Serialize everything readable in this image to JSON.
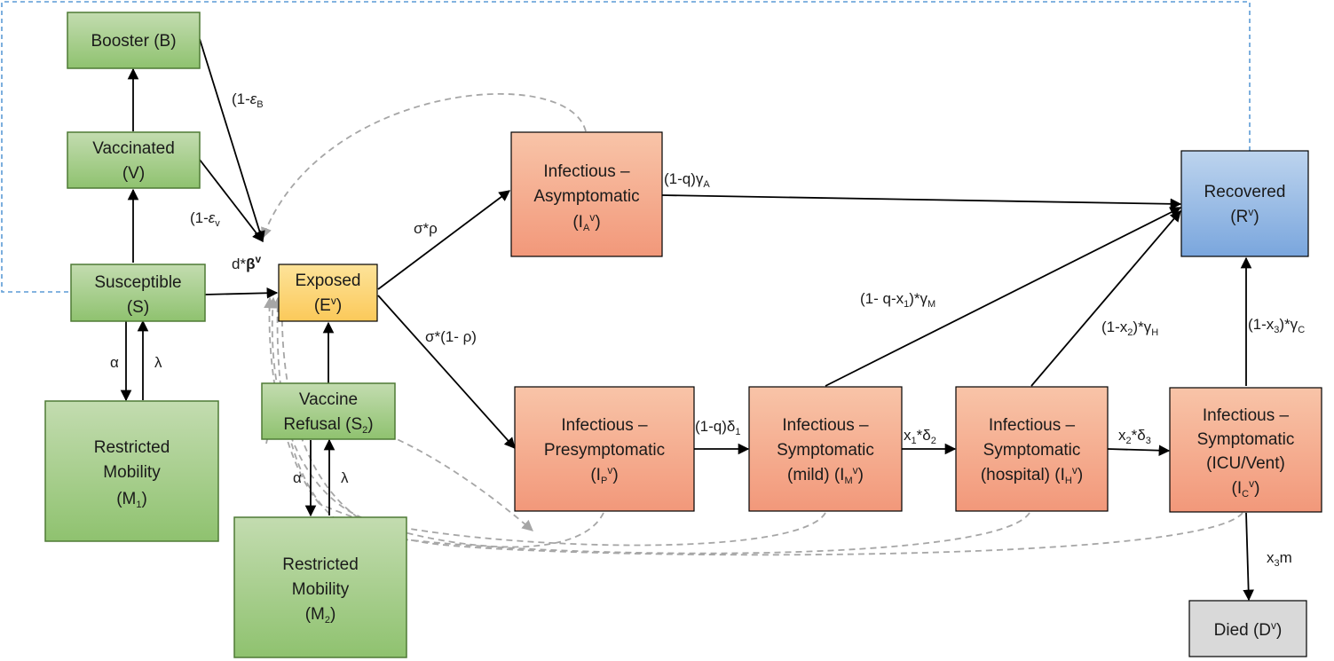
{
  "colors": {
    "green_top": "#c3dcb0",
    "green_bottom": "#8fc26f",
    "green_border": "#4e7a35",
    "exposed_top": "#fde39a",
    "exposed_bottom": "#fbc95a",
    "infectious_top": "#f8c4a8",
    "infectious_bottom": "#f2987a",
    "recovered_top": "#bdd4ee",
    "recovered_bottom": "#7aa6dd",
    "died_fill": "#d9d9d9",
    "dashed_gray": "#a6a6a6",
    "dashed_blue": "#5b9bd5"
  },
  "nodes": {
    "booster": {
      "line1": "Booster (B)"
    },
    "vaccinated": {
      "line1": "Vaccinated",
      "line2": "(V)"
    },
    "susceptible": {
      "line1": "Susceptible",
      "line2": "(S)"
    },
    "restricted1": {
      "line1": "Restricted",
      "line2": "Mobility",
      "line3_pre": "(M",
      "line3_sub": "1",
      "line3_post": ")"
    },
    "exposed": {
      "line1": "Exposed",
      "line2_pre": "(E",
      "line2_sup": "v",
      "line2_post": ")"
    },
    "refusal": {
      "line1": "Vaccine",
      "line2_pre": "Refusal (S",
      "line2_sub": "2",
      "line2_post": ")"
    },
    "restricted2": {
      "line1": "Restricted",
      "line2": "Mobility",
      "line3_pre": "(M",
      "line3_sub": "2",
      "line3_post": ")"
    },
    "asymptomatic": {
      "line1": "Infectious –",
      "line2": "Asymptomatic",
      "line3_pre": "(I",
      "line3_sub": "A",
      "line3_sup": "v",
      "line3_post": ")"
    },
    "presymptomatic": {
      "line1": "Infectious –",
      "line2": "Presymptomatic",
      "line3_pre": "(I",
      "line3_sub": "P",
      "line3_sup": "v",
      "line3_post": ")"
    },
    "mild": {
      "line1": "Infectious –",
      "line2": "Symptomatic",
      "line3_pre": "(mild) (I",
      "line3_sub": "M",
      "line3_sup": "v",
      "line3_post": ")"
    },
    "hospital": {
      "line1": "Infectious –",
      "line2": "Symptomatic",
      "line3_pre": "(hospital) (I",
      "line3_sub": "H",
      "line3_sup": "v",
      "line3_post": ")"
    },
    "icu": {
      "line1": "Infectious –",
      "line2": "Symptomatic",
      "line3": "(ICU/Vent)",
      "line4_pre": "(I",
      "line4_sub": "C",
      "line4_sup": "v",
      "line4_post": ")"
    },
    "recovered": {
      "line1": "Recovered",
      "line2_pre": "(R",
      "line2_sup": "v",
      "line2_post": ")"
    },
    "died": {
      "line1_pre": "Died (D",
      "line1_sup": "v",
      "line1_post": ")"
    }
  },
  "edge_labels": {
    "booster_exposed": {
      "pre": "(1-",
      "eps": "ε",
      "sub": "B",
      "post": ""
    },
    "vaccinated_exposed": {
      "pre": "(1-",
      "eps": "ε",
      "sub": "v",
      "post": ""
    },
    "force": {
      "pre": "d*",
      "beta": "β",
      "sup": "v"
    },
    "exposed_asym": "σ*ρ",
    "exposed_presym": "σ*(1- ρ)",
    "asym_recovered": {
      "pre": "(1-q)γ",
      "sub": "A"
    },
    "presym_mild": {
      "pre": "(1-q)δ",
      "sub": "1"
    },
    "mild_hospital": {
      "pre": "x",
      "sub1": "1",
      "mid": "*δ",
      "sub2": "2"
    },
    "hospital_icu": {
      "pre": "x",
      "sub1": "2",
      "mid": "*δ",
      "sub2": "3"
    },
    "mild_recovered": {
      "pre": "(1- q-x",
      "sub1": "1",
      "mid": ")*γ",
      "sub2": "M"
    },
    "hospital_recovered": {
      "pre": "(1-x",
      "sub1": "2",
      "mid": ")*γ",
      "sub2": "H"
    },
    "icu_recovered": {
      "pre": "(1-x",
      "sub1": "3",
      "mid": ")*γ",
      "sub2": "C"
    },
    "icu_died": {
      "pre": "x",
      "sub": "3",
      "post": "m"
    },
    "alpha1": "α",
    "lambda1": "λ",
    "alpha2": "α",
    "lambda2": "λ"
  }
}
